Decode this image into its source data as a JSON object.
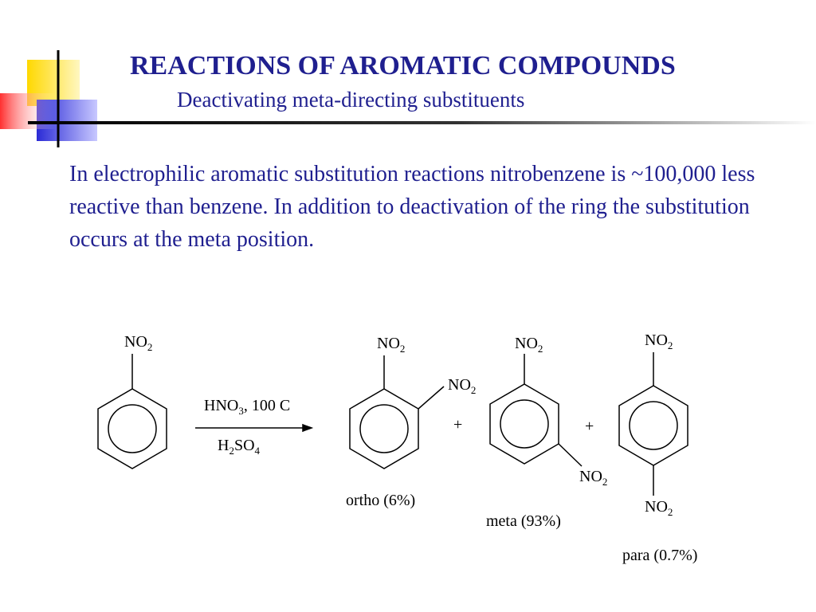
{
  "slide": {
    "title": "REACTIONS OF AROMATIC COMPOUNDS",
    "subtitle": "Deactivating meta-directing substituents",
    "body": "In electrophilic aromatic substitution reactions nitrobenzene is ~100,000 less reactive than benzene.  In addition to deactivation of the ring the substitution occurs at the meta position."
  },
  "reaction": {
    "group_main": "NO",
    "group_sub": "2",
    "reagent_top_a": "HNO",
    "reagent_top_sub": "3",
    "reagent_top_b": ", 100 C",
    "reagent_bottom_a": "H",
    "reagent_bottom_sub1": "2",
    "reagent_bottom_b": "SO",
    "reagent_bottom_sub2": "4",
    "plus": "+",
    "products": [
      {
        "label": "ortho (6%)"
      },
      {
        "label": "meta (93%)"
      },
      {
        "label": "para (0.7%)"
      }
    ]
  },
  "colors": {
    "title": "#1f1f8f",
    "deco_yellow": "#ffd800",
    "deco_red": "#ff3030",
    "deco_blue": "#2b2bd6",
    "rule": "#000000"
  }
}
